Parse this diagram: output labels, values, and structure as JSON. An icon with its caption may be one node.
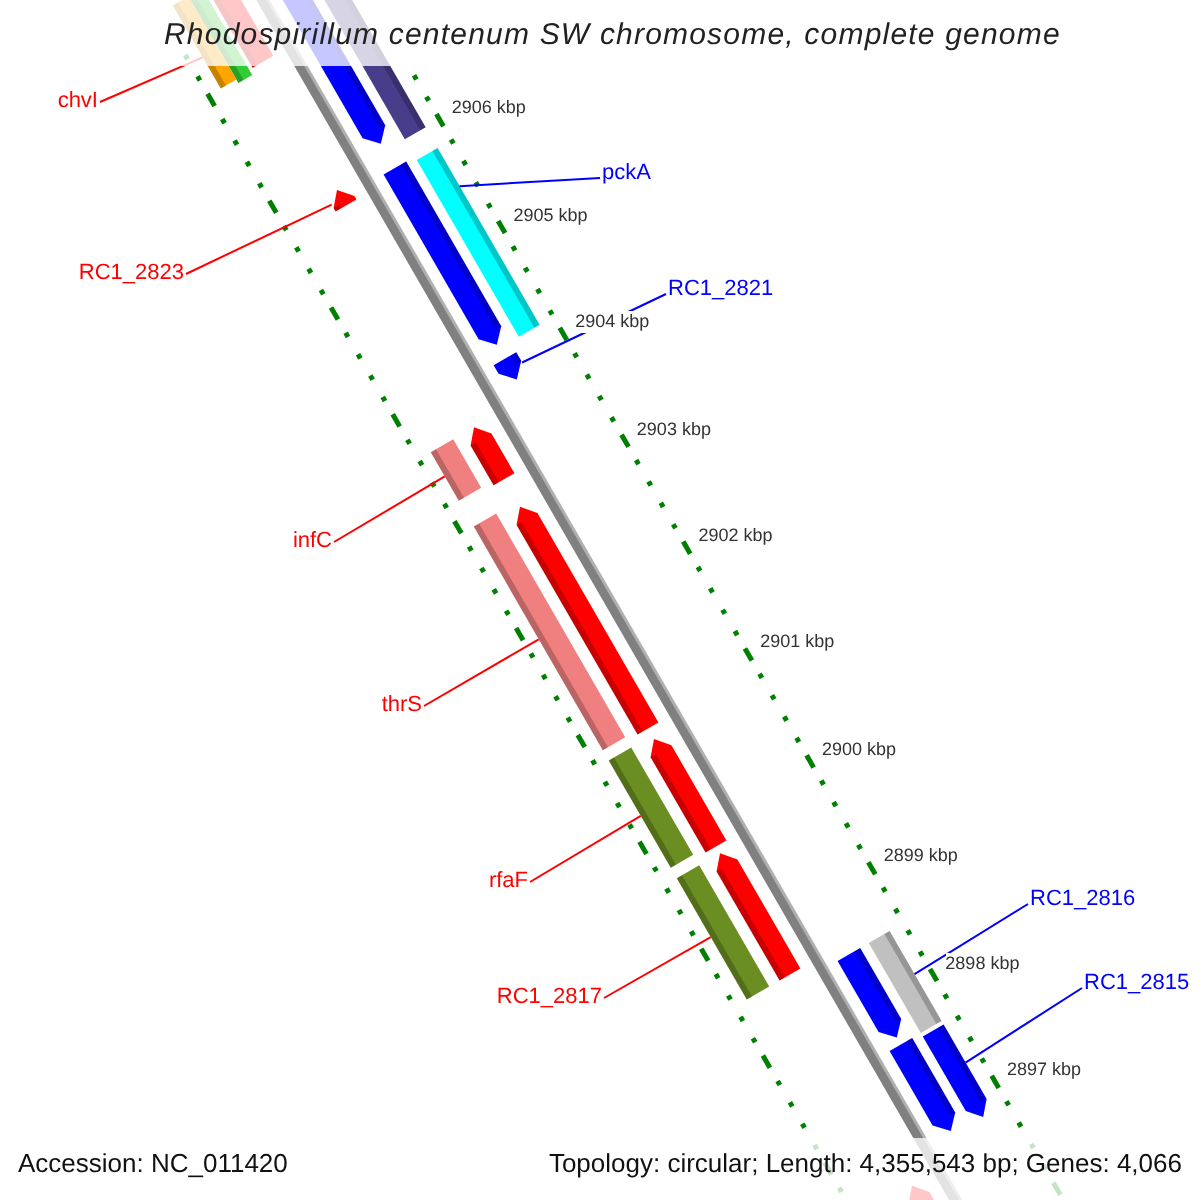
{
  "diagram": {
    "title": "Rhodospirillum centenum SW chromosome, complete genome",
    "nodes": [
      {
        "text": [
          "chvI"
        ]
      },
      {
        "text": [],
        "shape": "bar"
      },
      {
        "text": [
          "RC1_2823"
        ]
      },
      {
        "text": [],
        "shape": "bar"
      },
      {
        "text": [
          "pckA"
        ]
      },
      {
        "text": [],
        "shape": "bar"
      },
      {
        "text": [
          "RC1_2821"
        ]
      },
      {
        "text": [],
        "shape": "bar"
      },
      {
        "text": [
          "infC"
        ]
      },
      {
        "text": [],
        "shape": "bar"
      },
      {
        "text": [
          "thrS"
        ]
      },
      {
        "text": [],
        "shape": "bar"
      },
      {
        "text": [
          "rfaF"
        ]
      },
      {
        "text": [],
        "shape": "bar"
      },
      {
        "text": [
          "RC1_2817"
        ]
      },
      {
        "text": [],
        "shape": "bar"
      },
      {
        "text": [
          "RC1_2816"
        ]
      },
      {
        "text": [],
        "shape": "bar"
      },
      {
        "text": [
          "RC1_2815"
        ]
      },
      {
        "text": [],
        "shape": "bar"
      }
    ],
    "edges": [
      {
        "from": 0,
        "to": 1,
        "arrow": "none"
      },
      {
        "from": 2,
        "to": 3,
        "arrow": "none"
      },
      {
        "from": 4,
        "to": 5,
        "arrow": "none",
        "color": "#0000ff"
      },
      {
        "from": 6,
        "to": 7,
        "arrow": "none",
        "color": "#0000ff"
      },
      {
        "from": 8,
        "to": 9,
        "arrow": "none"
      },
      {
        "from": 10,
        "to": 11,
        "arrow": "none"
      },
      {
        "from": 12,
        "to": 13,
        "arrow": "none"
      },
      {
        "from": 14,
        "to": 15,
        "arrow": "none"
      },
      {
        "from": 16,
        "to": 17,
        "arrow": "none",
        "color": "#0000ff"
      },
      {
        "from": 18,
        "to": 19,
        "arrow": "none",
        "color": "#0000ff"
      }
    ],
    "labels": [
      "2906 kbp",
      "2905 kbp",
      "2904 kbp",
      "2903 kbp",
      "2902 kbp",
      "2901 kbp",
      "2900 kbp",
      "2899 kbp",
      "2898 kbp",
      "2897 kbp",
      "Accession: NC_011420",
      "Topology: circular; Length: 4,355,543 bp; Genes: 4,066"
    ]
  }
}
